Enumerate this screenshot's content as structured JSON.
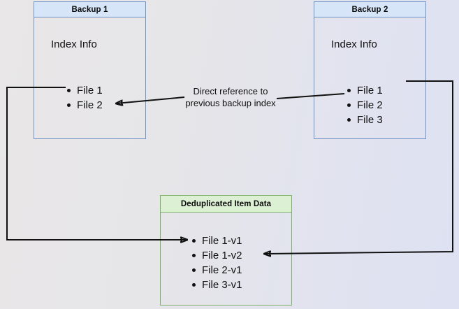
{
  "diagram": {
    "title": "Backup deduplication index reference diagram",
    "background_colors": {
      "left": "#e9e7e7",
      "right": "#dde1f2"
    },
    "boxes": [
      {
        "id": "backup1",
        "header": "Backup 1",
        "section_label": "Index Info",
        "border_color": "#6e91c6",
        "header_fill": "#d7e5f8",
        "items": [
          "File 1",
          "File 2"
        ]
      },
      {
        "id": "backup2",
        "header": "Backup 2",
        "section_label": "Index Info",
        "border_color": "#6e91c6",
        "header_fill": "#d7e5f8",
        "items": [
          "File 1",
          "File 2",
          "File 3"
        ]
      },
      {
        "id": "dedup",
        "header": "Deduplicated Item Data",
        "border_color": "#7db167",
        "header_fill": "#dcf0d4",
        "items": [
          "File 1-v1",
          "File 1-v2",
          "File 2-v1",
          "File 3-v1"
        ]
      }
    ],
    "annotations": [
      {
        "id": "direct-reference",
        "text": "Direct reference to\nprevious backup index"
      }
    ],
    "connectors": [
      {
        "id": "backup1-file1-to-dedup-file1v1",
        "from": "Backup 1 / File 1",
        "to": "Deduplicated Item Data / File 1-v1"
      },
      {
        "id": "backup2-file1-to-dedup-file1v2",
        "from": "Backup 2 / File 1",
        "to": "Deduplicated Item Data / File 1-v2"
      },
      {
        "id": "backup2-file2-to-backup1-file2",
        "from": "Backup 2 / File 2",
        "to": "Backup 1 / File 2"
      }
    ]
  }
}
